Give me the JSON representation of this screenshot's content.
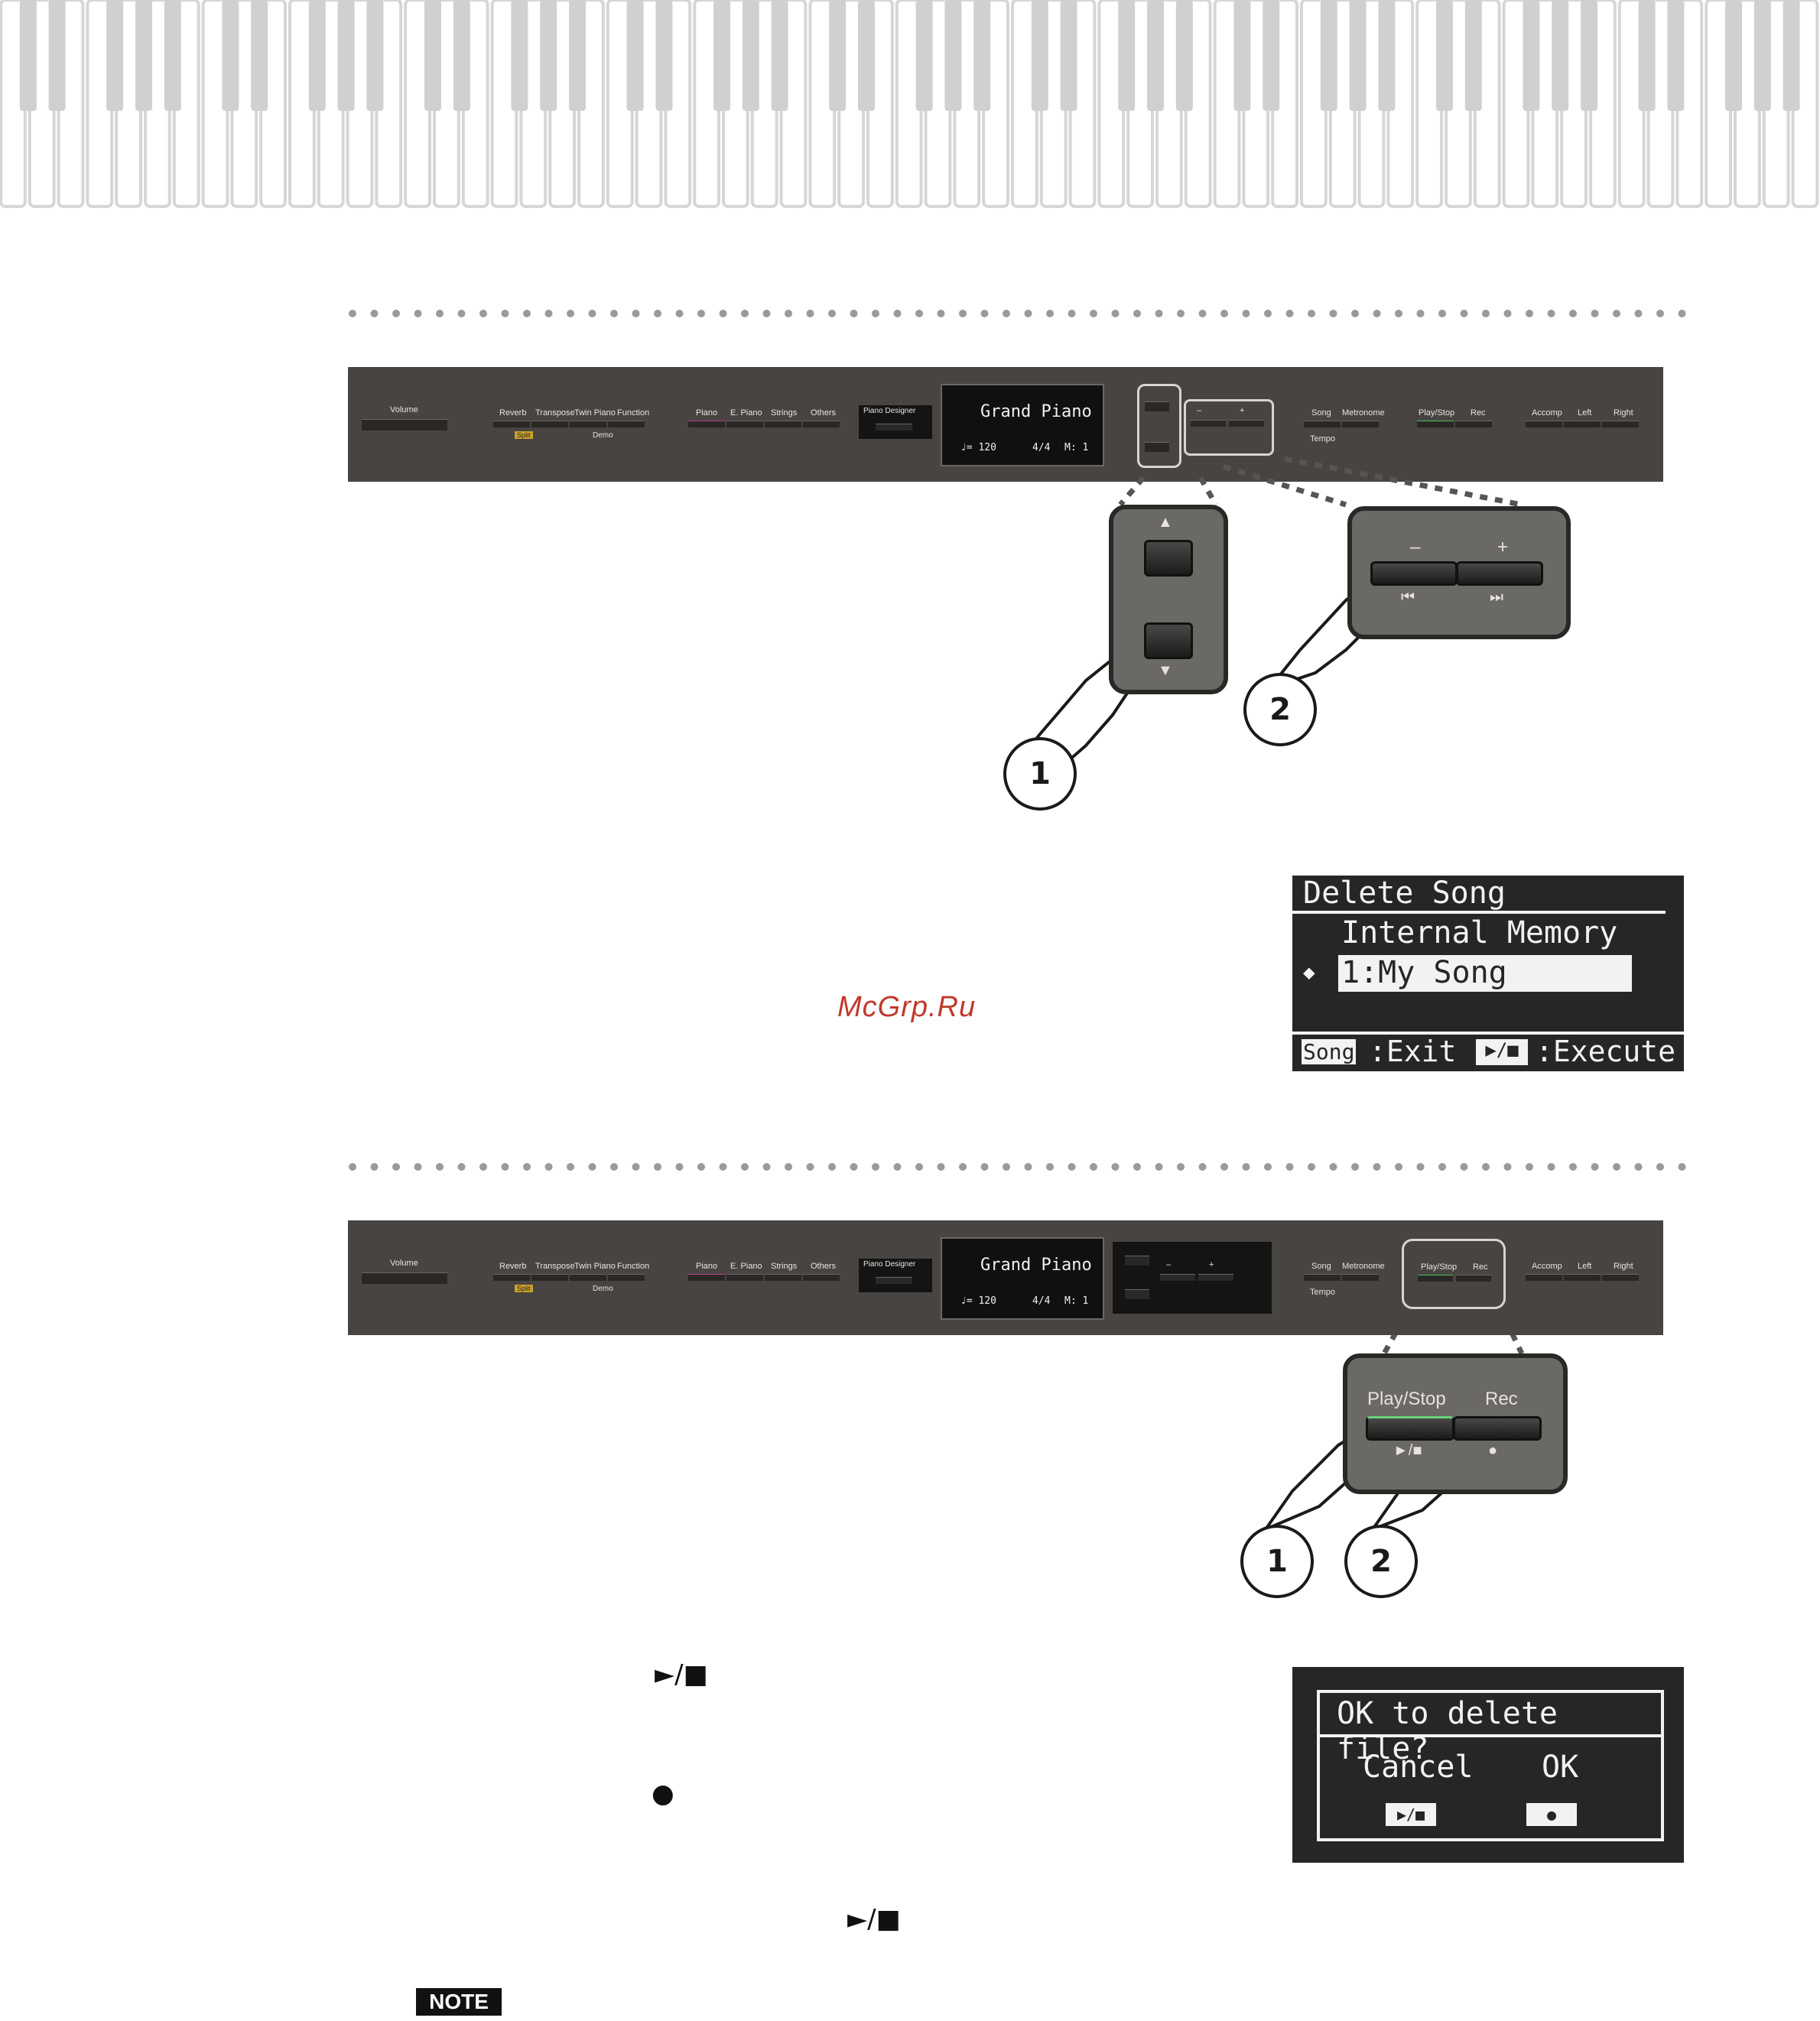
{
  "panel": {
    "volume": "Volume",
    "buttons_left": [
      "Reverb",
      "Transpose",
      "Twin Piano",
      "Function"
    ],
    "split_label": "Split",
    "demo_label": "Demo",
    "tone_buttons": [
      "Piano",
      "E. Piano",
      "Strings",
      "Others"
    ],
    "piano_designer": "Piano Designer",
    "display_title": "Grand Piano",
    "display_tempo": "♩= 120",
    "display_beat": "4/4",
    "display_measure": "M:  1",
    "minus": "–",
    "plus": "+",
    "song": "Song",
    "metronome": "Metronome",
    "tempo": "Tempo",
    "play_stop": "Play/Stop",
    "rec": "Rec",
    "accomp": "Accomp",
    "left": "Left",
    "right": "Right"
  },
  "zoom1": {
    "minus": "–",
    "plus": "+",
    "prev_icon": "⏮",
    "next_icon": "⏭"
  },
  "zoom2": {
    "play_stop": "Play/Stop",
    "rec": "Rec"
  },
  "steps": {
    "one": "1",
    "two": "2"
  },
  "screen1": {
    "title": "Delete Song",
    "line1": "Internal Memory",
    "selected": "1:My Song",
    "song_key": "Song",
    "exit": ":Exit",
    "play_key": "▶/■",
    "execute": ":Execute"
  },
  "screen2": {
    "question": "OK to delete file?",
    "cancel": "Cancel",
    "ok": "OK"
  },
  "watermark": "McGrp.Ru",
  "symbols": {
    "play_stop": "►/■",
    "rec": "●"
  },
  "note": "NOTE"
}
